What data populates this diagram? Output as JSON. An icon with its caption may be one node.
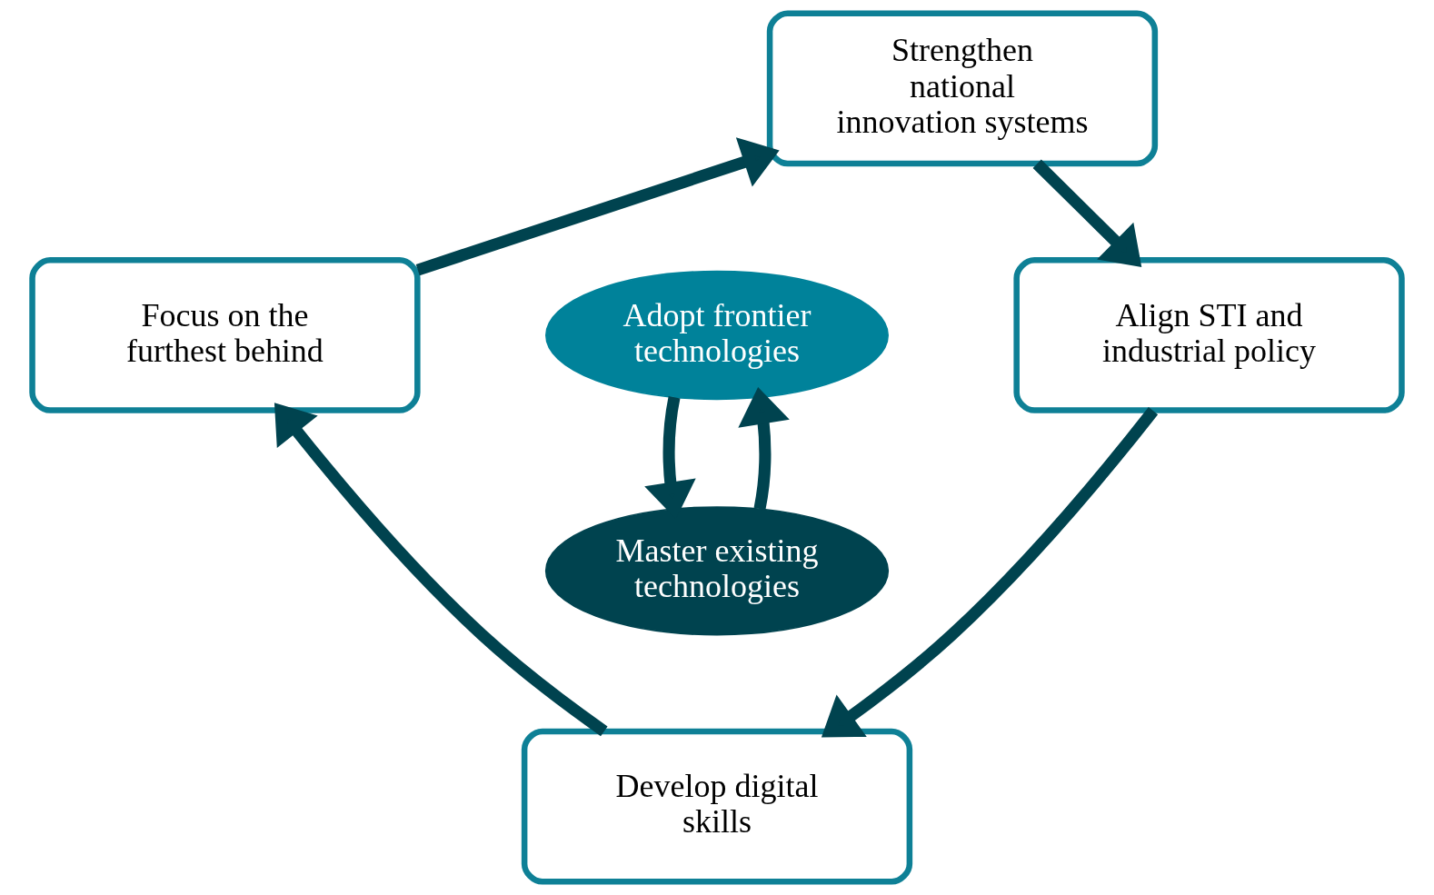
{
  "diagram": {
    "nodes": [
      {
        "text": [
          "Strengthen national innovation systems"
        ]
      },
      {
        "text": [
          "Align STI and industrial policy"
        ]
      },
      {
        "text": [
          "Develop digital skills"
        ]
      },
      {
        "text": [
          "Focus on the furthest behind"
        ]
      },
      {
        "text": [
          "Adopt frontier technologies"
        ]
      },
      {
        "text": [
          "Master existing technologies"
        ]
      }
    ],
    "edges": [
      {
        "from": 0,
        "to": 1,
        "arrow": "to"
      },
      {
        "from": 1,
        "to": 2,
        "arrow": "to"
      },
      {
        "from": 2,
        "to": 3,
        "arrow": "to"
      },
      {
        "from": 3,
        "to": 0,
        "arrow": "to"
      },
      {
        "from": 4,
        "to": 5,
        "arrow": "to"
      },
      {
        "from": 5,
        "to": 4,
        "arrow": "to"
      }
    ]
  }
}
